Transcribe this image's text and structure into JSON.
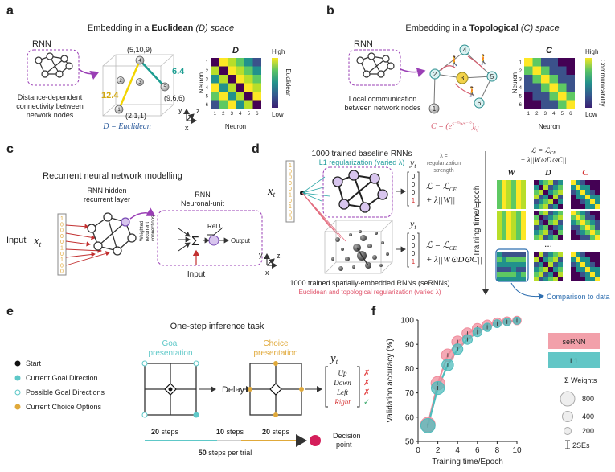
{
  "a": {
    "letter": "a",
    "title_pre": "Embedding in a ",
    "title_bold": "Euclidean",
    "title_post": " (D) space",
    "rnn": "RNN",
    "desc": [
      "Distance-dependent",
      "connectivity between",
      "network nodes"
    ],
    "coords": [
      "(5,10,9)",
      "(9,6,6)",
      "(2,1,1)"
    ],
    "dist_long": "12.4",
    "dist_short": "6.4",
    "formula": "D = Euclidean",
    "heatmap_title": "D",
    "colorbar_high": "High",
    "colorbar_low": "Low",
    "colorbar_label": "Euclidean",
    "ylabel": "Neuron",
    "xlabel": "Neuron",
    "ticks": [
      "1",
      "2",
      "3",
      "4",
      "5",
      "6"
    ],
    "node_nums": [
      "1",
      "2",
      "3",
      "4",
      "5"
    ]
  },
  "b": {
    "letter": "b",
    "title_pre": "Embedding in a ",
    "title_bold": "Topological",
    "title_post": " (C) space",
    "rnn": "RNN",
    "desc": [
      "Local communication",
      "between network nodes"
    ],
    "formula": "C = (e^{s^-1/2 W s^-1/2})_{i,j}",
    "heatmap_title": "C",
    "colorbar_high": "High",
    "colorbar_low": "Low",
    "colorbar_label": "Communicability",
    "ylabel": "Neuron",
    "xlabel": "Neuron",
    "ticks": [
      "1",
      "2",
      "3",
      "4",
      "5",
      "6"
    ],
    "node_nums": [
      "1",
      "2",
      "3",
      "4",
      "5",
      "6"
    ]
  },
  "c": {
    "letter": "c",
    "title": "Recurrent neural network modelling",
    "hidden_label": [
      "RNN hidden",
      "recurrent layer"
    ],
    "unit_label": [
      "RNN",
      "Neuronal-unit"
    ],
    "weighted_label": [
      "Weighted",
      "recurrent",
      "connections"
    ],
    "relu": "ReLU",
    "output": "Output",
    "input": "Input",
    "input_left": "Input",
    "xt": "x",
    "xt_sub": "t",
    "bits": [
      "1",
      "0",
      "0",
      "0",
      "0",
      "1",
      "0",
      "1",
      "0",
      "0"
    ]
  },
  "d": {
    "letter": "d",
    "top_title": "1000 trained baseline RNNs",
    "top_sub": "L1 regularization (varied λ)",
    "lambda_note": [
      "λ =",
      "regularization",
      "strength"
    ],
    "bottom_title": "1000 trained spatially-embedded RNNs (seRNNs)",
    "bottom_sub": "Euclidean and topological regularization (varied λ)",
    "yt": "y",
    "yt_sub": "t",
    "vec_top": [
      "0",
      "0",
      "0",
      "1"
    ],
    "vec_bottom": [
      "0",
      "0",
      "0",
      "1"
    ],
    "loss_top": [
      "ℒ = ℒ",
      "CE",
      "+ λ||W||"
    ],
    "loss_bottom": [
      "ℒ = ℒ",
      "CE",
      "+ λ||W⊙D⊙C||"
    ],
    "loss_right": [
      "ℒ = ℒ",
      "CE",
      "+ λ||W⊙D⊙C||"
    ],
    "col_labels": [
      "W",
      "D",
      "C"
    ],
    "ellipsis": "...",
    "axis_label": "Training time/Epoch",
    "comparison": "Comparison to data",
    "xt": "x",
    "xt_sub": "t",
    "bits": [
      "1",
      "0",
      "0",
      "0",
      "0",
      "1",
      "0",
      "1",
      "0",
      "0"
    ]
  },
  "e": {
    "letter": "e",
    "title": "One-step inference task",
    "goal": [
      "Goal",
      "presentation"
    ],
    "choice": [
      "Choice",
      "presentation"
    ],
    "delay": "Delay",
    "legend": [
      {
        "label": "Start",
        "color": "#111111"
      },
      {
        "label": "Current Goal Direction",
        "color": "#5ec8c8"
      },
      {
        "label": "Possible Goal Directions",
        "color": "#5ec8c8"
      },
      {
        "label": "Current Choice Options",
        "color": "#e0a93a"
      }
    ],
    "yt": "y",
    "yt_sub": "t",
    "answers": [
      {
        "label": "Up",
        "mark": "✗",
        "color": "#e23c3c"
      },
      {
        "label": "Down",
        "mark": "✗",
        "color": "#e23c3c"
      },
      {
        "label": "Left",
        "mark": "✗",
        "color": "#e23c3c"
      },
      {
        "label": "Right",
        "mark": "✓",
        "color": "#3aa86b"
      }
    ],
    "steps": [
      {
        "bold": "20",
        "rest": " steps"
      },
      {
        "bold": "10",
        "rest": " steps"
      },
      {
        "bold": "20",
        "rest": " steps"
      }
    ],
    "total": {
      "bold": "50",
      "rest": " steps per trial"
    },
    "decision": [
      "Decision",
      "point"
    ]
  },
  "f": {
    "letter": "f",
    "legend": [
      {
        "label": "seRNN",
        "color": "#f2a0aa"
      },
      {
        "label": "L1",
        "color": "#62c6c6"
      }
    ],
    "weights_title": "Σ Weights",
    "weights": [
      "800",
      "400",
      "200"
    ],
    "se_label": "2SEs"
  },
  "chart_data": {
    "type": "line",
    "xlabel": "Training time/Epoch",
    "ylabel": "Validation accuracy (%)",
    "xlim": [
      0,
      10
    ],
    "ylim": [
      50,
      100
    ],
    "xticks": [
      0,
      2,
      4,
      6,
      8,
      10
    ],
    "yticks": [
      50,
      60,
      70,
      80,
      90,
      100
    ],
    "grid": false,
    "legend_position": "right",
    "series": [
      {
        "name": "seRNN",
        "color": "#f08c9c",
        "x": [
          1,
          2,
          3,
          4,
          5,
          6,
          7,
          8,
          9,
          10
        ],
        "y": [
          57,
          74,
          85.5,
          91,
          94.5,
          96.5,
          98,
          99,
          99.5,
          99.8
        ],
        "size": [
          800,
          700,
          600,
          520,
          460,
          400,
          360,
          320,
          300,
          280
        ]
      },
      {
        "name": "L1",
        "color": "#4fbcbc",
        "x": [
          1,
          2,
          3,
          4,
          5,
          6,
          7,
          8,
          9,
          10
        ],
        "y": [
          56.5,
          72,
          81.5,
          88,
          92,
          95,
          97,
          98.5,
          99.2,
          99.7
        ],
        "size": [
          780,
          650,
          520,
          420,
          360,
          310,
          270,
          240,
          220,
          200
        ]
      }
    ]
  }
}
